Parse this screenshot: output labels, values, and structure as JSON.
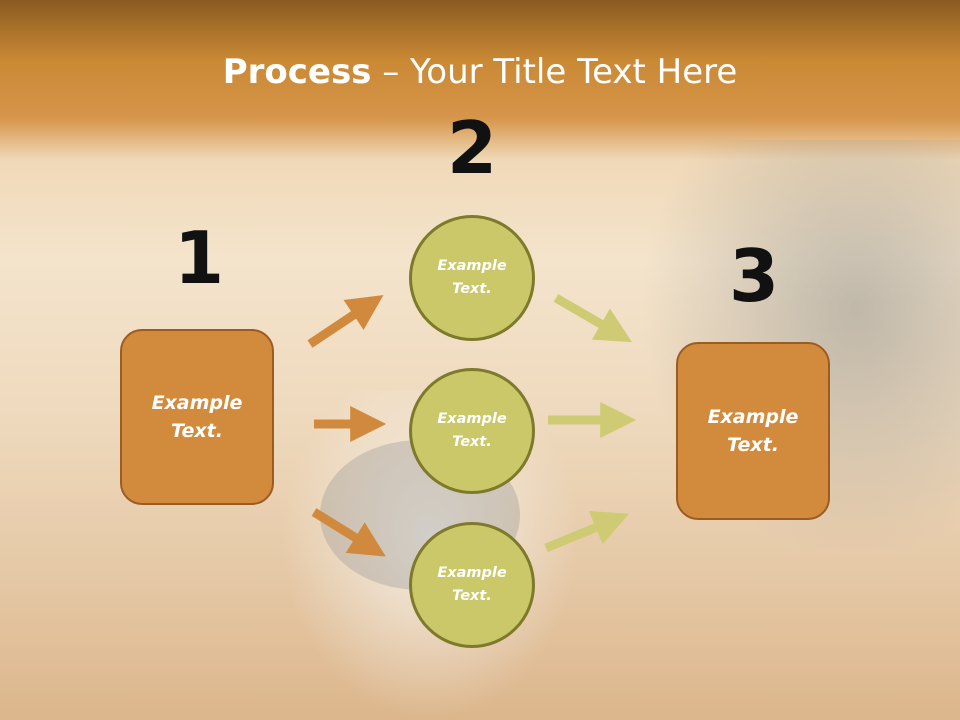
{
  "title": {
    "bold": "Process",
    "rest": " – Your Title Text Here"
  },
  "steps": {
    "one": {
      "number": "1",
      "label": "Example\nText."
    },
    "two": {
      "number": "2",
      "circles": [
        "Example\nText.",
        "Example\nText.",
        "Example\nText."
      ]
    },
    "three": {
      "number": "3",
      "label": "Example\nText."
    }
  },
  "colors": {
    "orange_box": "#d28b3c",
    "olive_circle": "#cbc869",
    "orange_arrow": "#d18a3d",
    "olive_arrow": "#cfcb74"
  }
}
